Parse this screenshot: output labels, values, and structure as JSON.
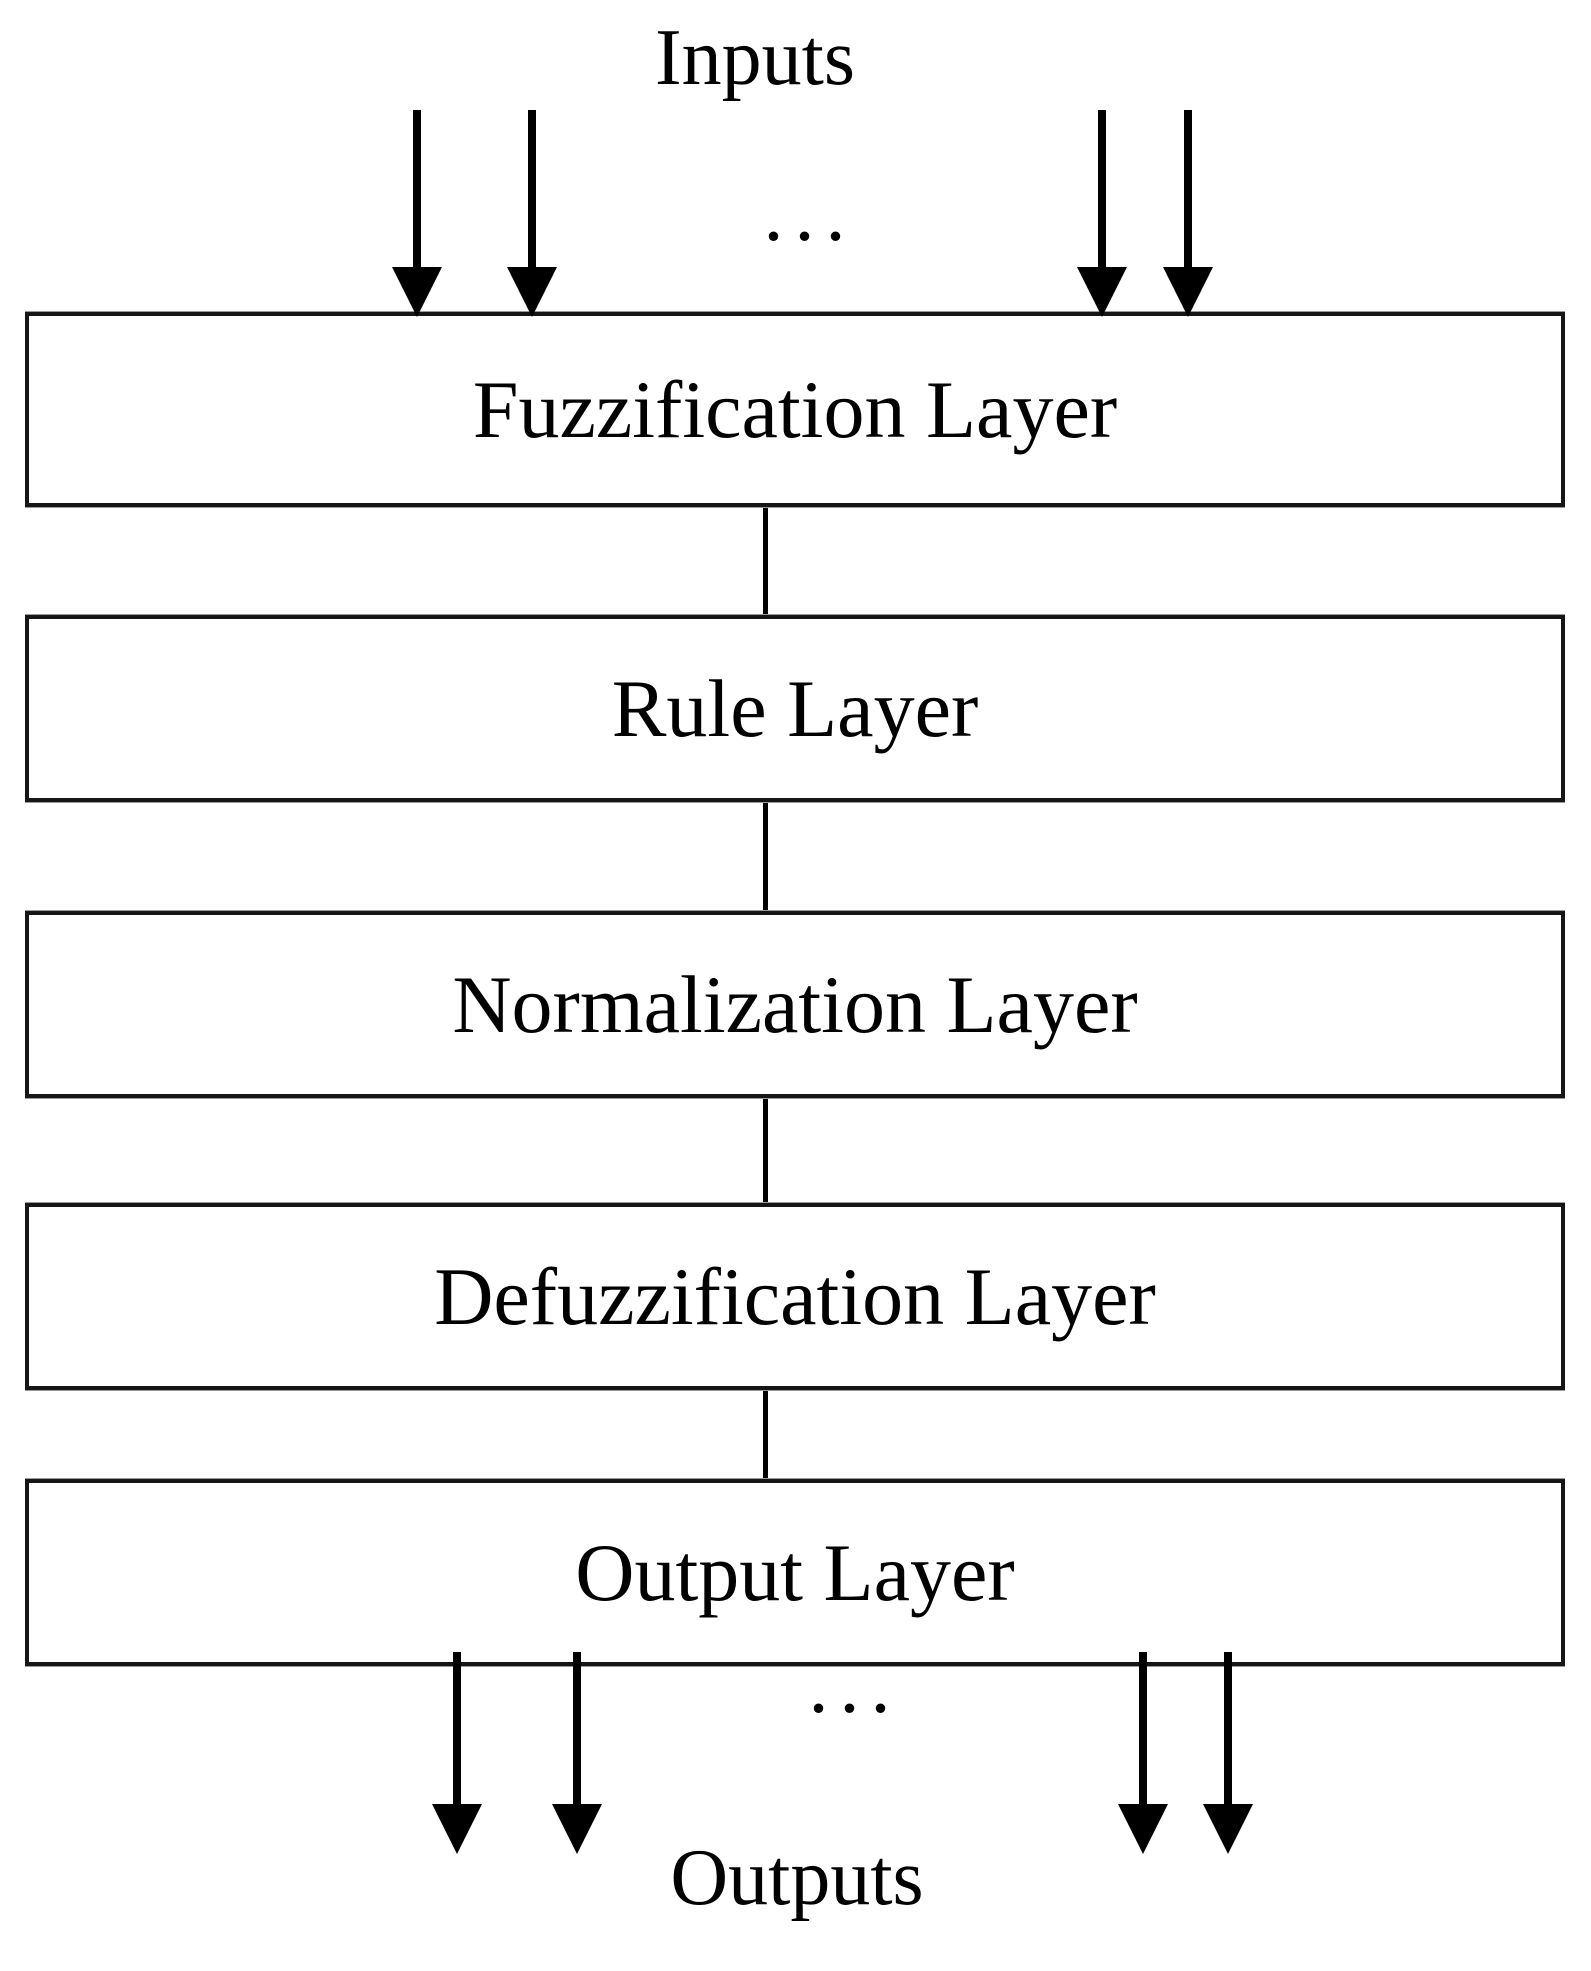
{
  "diagram": {
    "inputs_label": "Inputs",
    "outputs_label": "Outputs",
    "ellipsis": "...",
    "layers": [
      {
        "label": "Fuzzification Layer"
      },
      {
        "label": "Rule Layer"
      },
      {
        "label": "Normalization Layer"
      },
      {
        "label": "Defuzzification Layer"
      },
      {
        "label": "Output Layer"
      }
    ],
    "colors": {
      "ink": "#000000",
      "border": "#161616",
      "background": "#ffffff"
    }
  }
}
